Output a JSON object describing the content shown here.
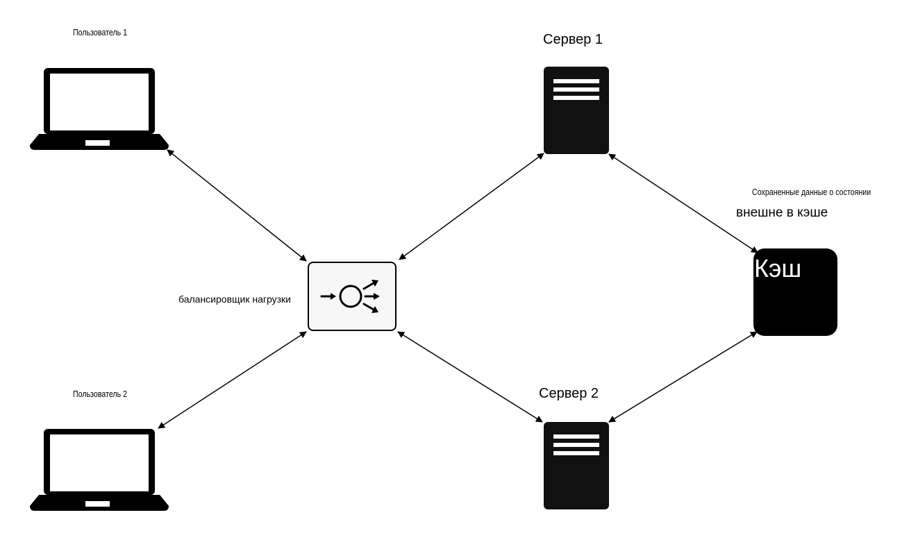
{
  "nodes": {
    "user1": {
      "label": "Пользователь 1"
    },
    "user2": {
      "label": "Пользователь 2"
    },
    "load_balancer": {
      "label": "балансировщик нагрузки"
    },
    "server1": {
      "label": "Сервер 1"
    },
    "server2": {
      "label": "Сервер 2"
    },
    "cache": {
      "label": "Кэш",
      "caption_line1": "Сохраненные данные о состоянии",
      "caption_line2": "внешне в кэше"
    }
  },
  "edges": [
    {
      "from": "user1",
      "to": "load_balancer",
      "direction": "both"
    },
    {
      "from": "user2",
      "to": "load_balancer",
      "direction": "both"
    },
    {
      "from": "load_balancer",
      "to": "server1",
      "direction": "both"
    },
    {
      "from": "load_balancer",
      "to": "server2",
      "direction": "both"
    },
    {
      "from": "server1",
      "to": "cache",
      "direction": "both"
    },
    {
      "from": "server2",
      "to": "cache",
      "direction": "both"
    }
  ]
}
